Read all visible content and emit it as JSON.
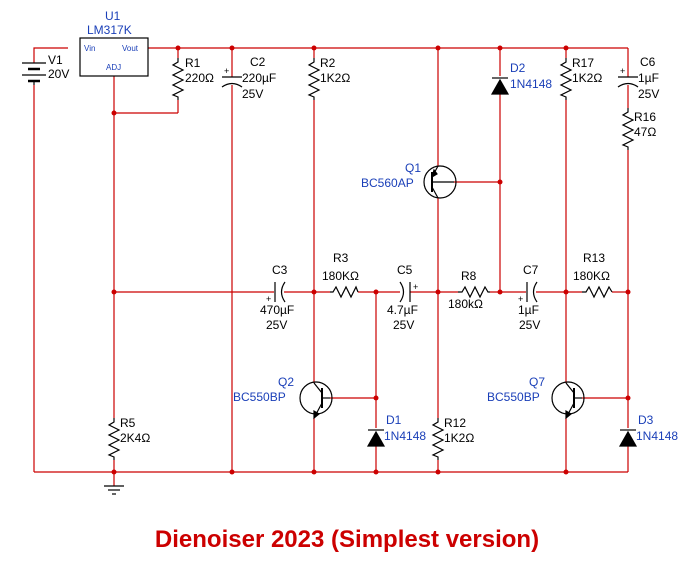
{
  "title": "Dienoiser 2023 (Simplest version)",
  "colors": {
    "wire": "#cc0000",
    "component": "#000000",
    "label": "#000000",
    "active_label": "#1a3fb8",
    "title": "#cc0000"
  },
  "regulator": {
    "ref": "U1",
    "part": "LM317K",
    "pin_in": "Vin",
    "pin_out": "Vout",
    "pin_adj": "ADJ"
  },
  "source": {
    "ref": "V1",
    "value": "20V"
  },
  "resistors": {
    "R1": {
      "ref": "R1",
      "value": "220Ω"
    },
    "R2": {
      "ref": "R2",
      "value": "1K2Ω"
    },
    "R3": {
      "ref": "R3",
      "value": "180KΩ"
    },
    "R5": {
      "ref": "R5",
      "value": "2K4Ω"
    },
    "R8": {
      "ref": "R8",
      "value": "180kΩ"
    },
    "R12": {
      "ref": "R12",
      "value": "1K2Ω"
    },
    "R13": {
      "ref": "R13",
      "value": "180KΩ"
    },
    "R16": {
      "ref": "R16",
      "value": "47Ω"
    },
    "R17": {
      "ref": "R17",
      "value": "1K2Ω"
    }
  },
  "capacitors": {
    "C2": {
      "ref": "C2",
      "value": "220µF",
      "voltage": "25V"
    },
    "C3": {
      "ref": "C3",
      "value": "470µF",
      "voltage": "25V"
    },
    "C5": {
      "ref": "C5",
      "value": "4.7µF",
      "voltage": "25V"
    },
    "C6": {
      "ref": "C6",
      "value": "1µF",
      "voltage": "25V"
    },
    "C7": {
      "ref": "C7",
      "value": "1µF",
      "voltage": "25V"
    }
  },
  "transistors": {
    "Q1": {
      "ref": "Q1",
      "part": "BC560AP"
    },
    "Q2": {
      "ref": "Q2",
      "part": "BC550BP"
    },
    "Q7": {
      "ref": "Q7",
      "part": "BC550BP"
    }
  },
  "diodes": {
    "D1": {
      "ref": "D1",
      "part": "1N4148"
    },
    "D2": {
      "ref": "D2",
      "part": "1N4148"
    },
    "D3": {
      "ref": "D3",
      "part": "1N4148"
    }
  }
}
